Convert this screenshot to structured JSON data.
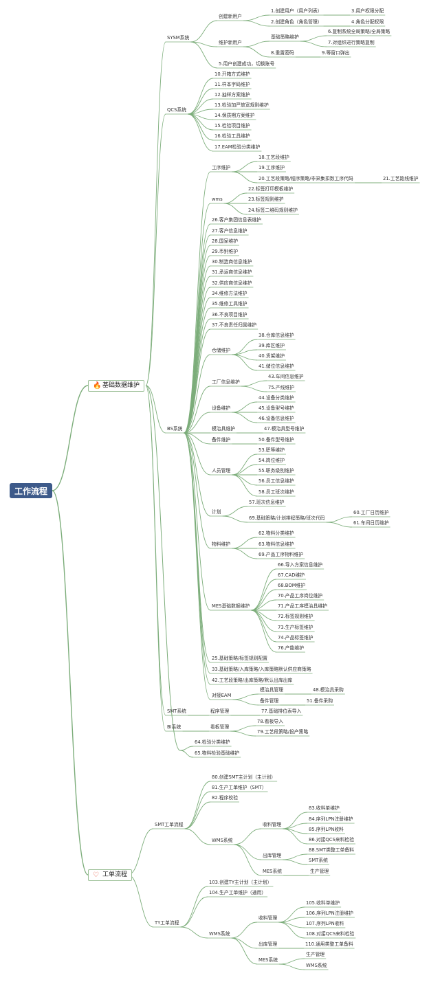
{
  "root": {
    "label": "工作流程"
  },
  "colors": {
    "line": "#7cad7a",
    "root_bg": "#3d5a8a",
    "fire_icon": "#e8432b",
    "heart_icon": "#e8432b"
  },
  "categories": [
    {
      "key": "basic",
      "label": "基础数据维护",
      "icon": "fire-icon"
    },
    {
      "key": "work",
      "label": "工单流程",
      "icon": "heart-icon"
    }
  ],
  "tree": [
    {
      "label": "SYSM系统",
      "children": [
        {
          "label": "创建新用户",
          "children": [
            {
              "label": "1.创建用户（用户列表）",
              "children": [
                {
                  "label": "3.用户权限分配"
                }
              ]
            },
            {
              "label": "2.创建角色（角色管理）",
              "children": [
                {
                  "label": "4.角色分配权限"
                }
              ]
            }
          ]
        },
        {
          "label": "维护新用户",
          "children": [
            {
              "label": "基础策略维护",
              "children": [
                {
                  "label": "6.复制系统全局策略/全局策略"
                },
                {
                  "label": "7.对组织进行策略复制"
                }
              ]
            },
            {
              "label": "8.重置密码",
              "children": [
                {
                  "label": "9.等窗口弹出"
                }
              ]
            }
          ]
        },
        {
          "label": "5.用户创建成功，切换账号"
        }
      ]
    },
    {
      "label": "QCS系统",
      "children": [
        {
          "label": "10.开箱方式维护"
        },
        {
          "label": "11.样本字码维护"
        },
        {
          "label": "12.抽样方案维护"
        },
        {
          "label": "13.检验加严放宽规则维护"
        },
        {
          "label": "14.保质期方案维护"
        },
        {
          "label": "15.检验项目维护"
        },
        {
          "label": "16.检验工具维护"
        },
        {
          "label": "17.EAM检验分类维护"
        }
      ]
    },
    {
      "label": "BS系统",
      "children": [
        {
          "label": "工序维护",
          "children": [
            {
              "label": "18.工艺段维护"
            },
            {
              "label": "19.工序维护"
            },
            {
              "label": "20.工艺段策略/程序策略/非采集扣数工序代码",
              "children": [
                {
                  "label": "21.工艺路线维护"
                }
              ]
            }
          ]
        },
        {
          "label": "wms",
          "children": [
            {
              "label": "22.标签打印模板维护"
            },
            {
              "label": "23.标签规则维护"
            },
            {
              "label": "24.标签二维码规则维护"
            }
          ]
        },
        {
          "label": "26.客户集团信息表维护"
        },
        {
          "label": "27.客户信息维护"
        },
        {
          "label": "28.国家维护"
        },
        {
          "label": "29.币别维护"
        },
        {
          "label": "30.制造商信息维护"
        },
        {
          "label": "31.承运商信息维护"
        },
        {
          "label": "32.供应商信息维护"
        },
        {
          "label": "34.维修方法维护"
        },
        {
          "label": "35.维修工具维护"
        },
        {
          "label": "36.不良项目维护"
        },
        {
          "label": "37.不良责任归属维护"
        },
        {
          "label": "仓储维护",
          "children": [
            {
              "label": "38.仓库信息维护"
            },
            {
              "label": "39.库区维护"
            },
            {
              "label": "40.货架维护"
            },
            {
              "label": "41.储位信息维护"
            }
          ]
        },
        {
          "label": "工厂信息维护",
          "children": [
            {
              "label": "43.车间信息维护"
            },
            {
              "label": "75.产线维护"
            }
          ]
        },
        {
          "label": "设备维护",
          "children": [
            {
              "label": "44.设备分类维护"
            },
            {
              "label": "45.设备型号维护"
            },
            {
              "label": "46.设备信息维护"
            }
          ]
        },
        {
          "label": "模治具维护",
          "children": [
            {
              "label": "47.模治具型号维护"
            }
          ]
        },
        {
          "label": "备件维护",
          "children": [
            {
              "label": "50.备件型号维护"
            }
          ]
        },
        {
          "label": "人员管理",
          "children": [
            {
              "label": "53.职等维护"
            },
            {
              "label": "54.岗位维护"
            },
            {
              "label": "55.职务级别维护"
            },
            {
              "label": "56.员工信息维护"
            },
            {
              "label": "58.员工班次维护"
            }
          ]
        },
        {
          "label": "计划",
          "children": [
            {
              "label": "57.班次信息维护"
            },
            {
              "label": "69.基础策略/计划排程策略/班次代码",
              "children": [
                {
                  "label": "60.工厂日历维护"
                },
                {
                  "label": "61.车间日历维护"
                }
              ]
            }
          ]
        },
        {
          "label": "物料维护",
          "children": [
            {
              "label": "62.物料分类维护"
            },
            {
              "label": "63.物料信息维护"
            },
            {
              "label": "69.产品工序物料维护"
            }
          ]
        },
        {
          "label": "MES基础数据维护",
          "children": [
            {
              "label": "66.导入方案信息维护"
            },
            {
              "label": "67.CAD维护"
            },
            {
              "label": "68.BOM维护"
            },
            {
              "label": "70.产品工序岗位维护"
            },
            {
              "label": "71.产品工序模治具维护"
            },
            {
              "label": "72.标签规则维护"
            },
            {
              "label": "73.生产标签维护"
            },
            {
              "label": "74.产品标签维护"
            },
            {
              "label": "76.产能维护"
            }
          ]
        },
        {
          "label": "25.基础策略/标签规则配置"
        },
        {
          "label": "33.基础策略/入库策略/入库策略默认供应商策略"
        },
        {
          "label": "42.工艺段策略/出库策略/默认出库出库"
        },
        {
          "label": "对接EAM",
          "children": [
            {
              "label": "模治具管理",
              "children": [
                {
                  "label": "48.模治具采购"
                }
              ]
            },
            {
              "label": "备件管理",
              "children": [
                {
                  "label": "51.备件采购"
                }
              ]
            }
          ]
        }
      ]
    },
    {
      "label": "SMT系统",
      "children": [
        {
          "label": "程序管理",
          "children": [
            {
              "label": "77.基础排位表导入"
            }
          ]
        }
      ]
    },
    {
      "label": "BI系统",
      "children": [
        {
          "label": "看板管理",
          "children": [
            {
              "label": "78.看板导入"
            },
            {
              "label": "79.工艺段策略/投产策略"
            }
          ]
        }
      ]
    },
    {
      "label": "",
      "children": [
        {
          "label": "64.检验分类维护"
        },
        {
          "label": "65.物料检验基础维护"
        }
      ]
    },
    {
      "label": "SMT工单流程",
      "children": [
        {
          "label": "80.创建SMT主计划（主计划）"
        },
        {
          "label": "81.生产工单维护（SMT）"
        },
        {
          "label": "82.程序校验"
        },
        {
          "label": "WMS系统",
          "children": [
            {
              "label": "收料管理",
              "children": [
                {
                  "label": "83.收料单维护"
                },
                {
                  "label": "84.序列LPN注册维护"
                },
                {
                  "label": "85.序列LPN收料"
                },
                {
                  "label": "86.对接QCS来料检验"
                }
              ]
            },
            {
              "label": "出库管理",
              "children": [
                {
                  "label": "88.SMT类整工单备料"
                },
                {
                  "label": "SMT系统"
                }
              ]
            },
            {
              "label": "MES系统",
              "children": [
                {
                  "label": "生产管理"
                }
              ]
            }
          ]
        }
      ]
    },
    {
      "label": "TY工单流程",
      "children": [
        {
          "label": "103.创建TY主计划（主计划）"
        },
        {
          "label": "104.生产工单维护（通用）"
        },
        {
          "label": "WMS系统",
          "children": [
            {
              "label": "收料管理",
              "children": [
                {
                  "label": "105.收料单维护"
                },
                {
                  "label": "106.序列LPN注册维护"
                },
                {
                  "label": "107.序列LPN收料"
                },
                {
                  "label": "108.对接QCS来料检验"
                }
              ]
            },
            {
              "label": "出库管理",
              "children": [
                {
                  "label": "110.通用类整工单备料"
                }
              ]
            },
            {
              "label": "MES系统",
              "children": [
                {
                  "label": "生产管理"
                },
                {
                  "label": "WMS系统"
                }
              ]
            }
          ]
        }
      ]
    }
  ]
}
